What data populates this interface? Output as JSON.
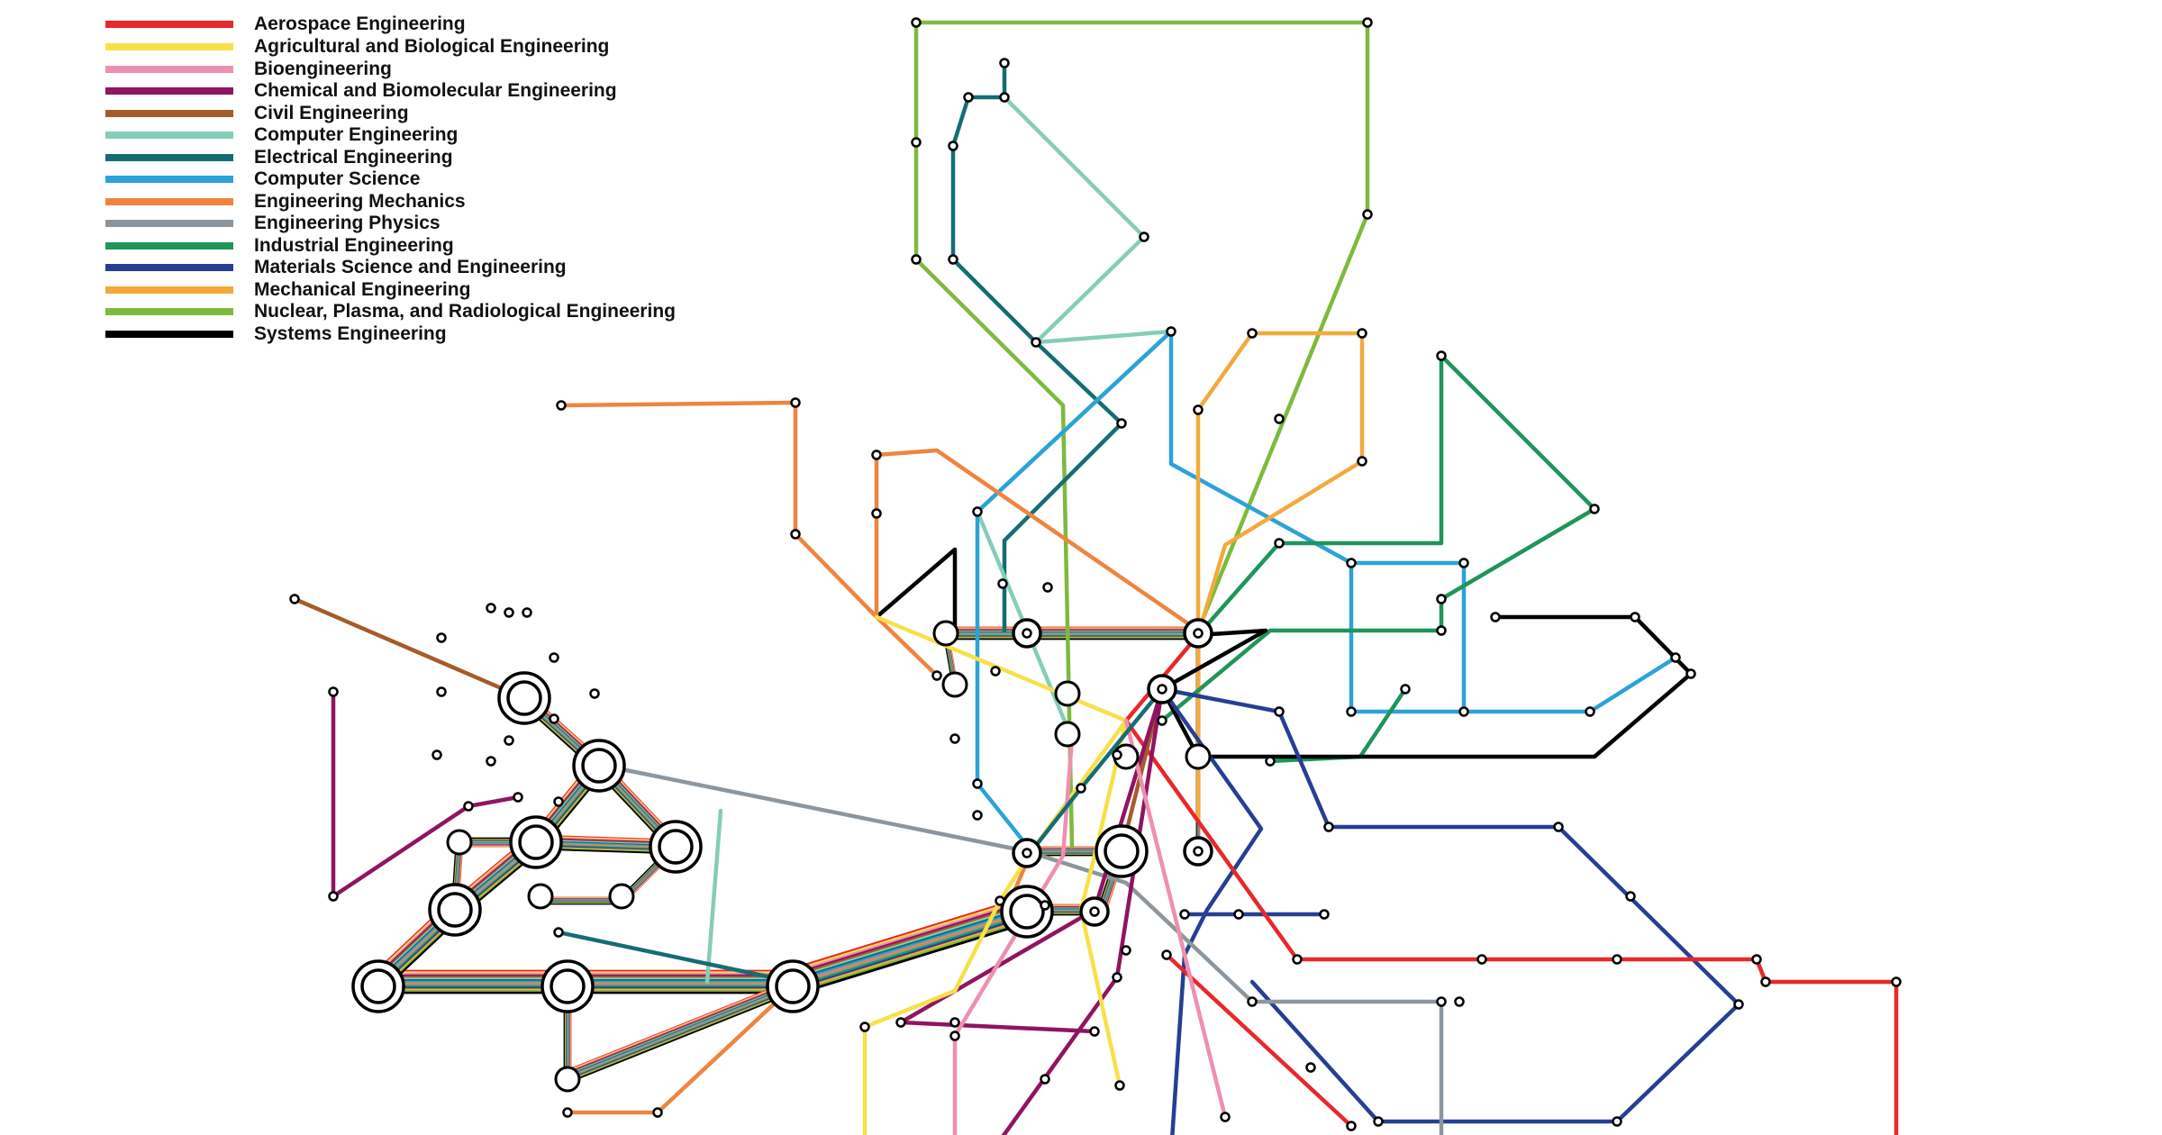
{
  "legend": [
    {
      "label": "Aerospace Engineering",
      "color": "#e8282b"
    },
    {
      "label": "Agricultural and Biological Engineering",
      "color": "#f7e04a"
    },
    {
      "label": "Bioengineering",
      "color": "#ef8faf"
    },
    {
      "label": "Chemical and Biomolecular Engineering",
      "color": "#8f1461"
    },
    {
      "label": "Civil Engineering",
      "color": "#a55c2a"
    },
    {
      "label": "Computer Engineering",
      "color": "#85cdb9"
    },
    {
      "label": "Electrical Engineering",
      "color": "#156d74"
    },
    {
      "label": "Computer Science",
      "color": "#2ca3d8"
    },
    {
      "label": "Engineering Mechanics",
      "color": "#ef8440"
    },
    {
      "label": "Engineering Physics",
      "color": "#8c969e"
    },
    {
      "label": "Industrial Engineering",
      "color": "#1f955a"
    },
    {
      "label": "Materials Science and Engineering",
      "color": "#263f94"
    },
    {
      "label": "Mechanical Engineering",
      "color": "#f3a93c"
    },
    {
      "label": "Nuclear, Plasma, and Radiological Engineering",
      "color": "#7dba3d"
    },
    {
      "label": "Systems Engineering",
      "color": "#000000"
    }
  ]
}
